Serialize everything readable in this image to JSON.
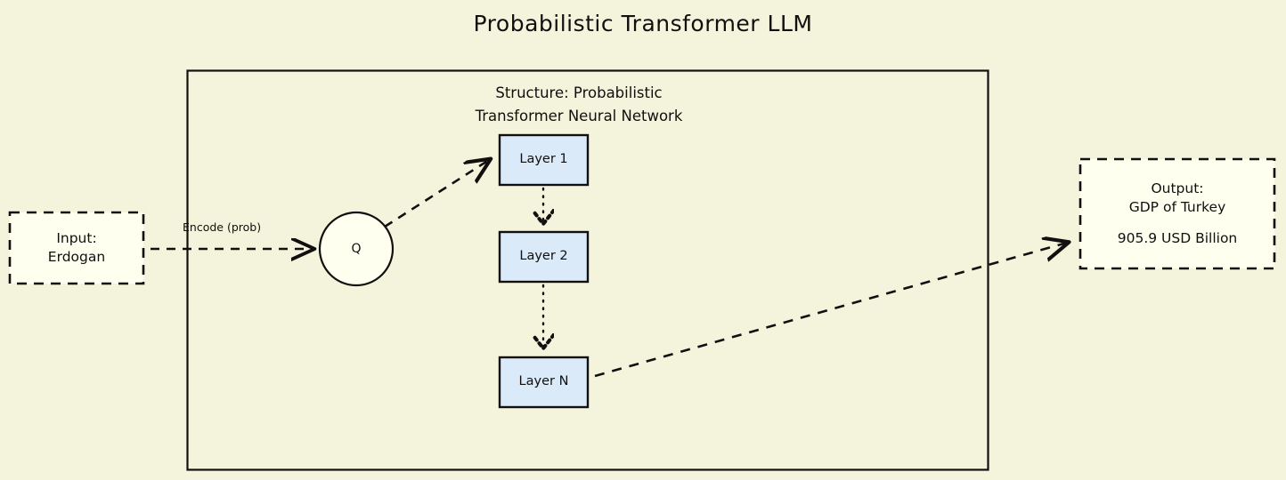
{
  "page": {
    "title": "Probabilistic Transformer LLM",
    "background_color": "#f4f4dc",
    "stroke_color": "#11100f",
    "node_fill_white": "#fffff0",
    "layer_fill_blue": "#dbeaf8"
  },
  "container": {
    "subtitle_line1": "Structure: Probabilistic",
    "subtitle_line2": "Transformer Neural Network"
  },
  "nodes": {
    "input": {
      "line1": "Input:",
      "line2": "Erdogan",
      "shape": "dashed-rectangle",
      "fill": "#fffff0"
    },
    "q": {
      "label": "Q",
      "shape": "circle",
      "fill": "#fffff0"
    },
    "layer1": {
      "label": "Layer 1",
      "fill": "#dbeaf8"
    },
    "layer2": {
      "label": "Layer 2",
      "fill": "#dbeaf8"
    },
    "layerN": {
      "label": "Layer N",
      "fill": "#dbeaf8"
    },
    "output": {
      "line1": "Output:",
      "line2": "GDP of Turkey",
      "line3": "905.9 USD Billion",
      "shape": "dashed-rectangle",
      "fill": "#fffff0"
    }
  },
  "edges": {
    "input_to_q": {
      "label": "Encode (prob)",
      "style": "dashed"
    },
    "q_to_layer1": {
      "label": "",
      "style": "dashed"
    },
    "layer1_to_layer2": {
      "label": "",
      "style": "dotted"
    },
    "layer2_to_layerN": {
      "label": "",
      "style": "dotted"
    },
    "layerN_to_output": {
      "label": "",
      "style": "dashed"
    }
  }
}
